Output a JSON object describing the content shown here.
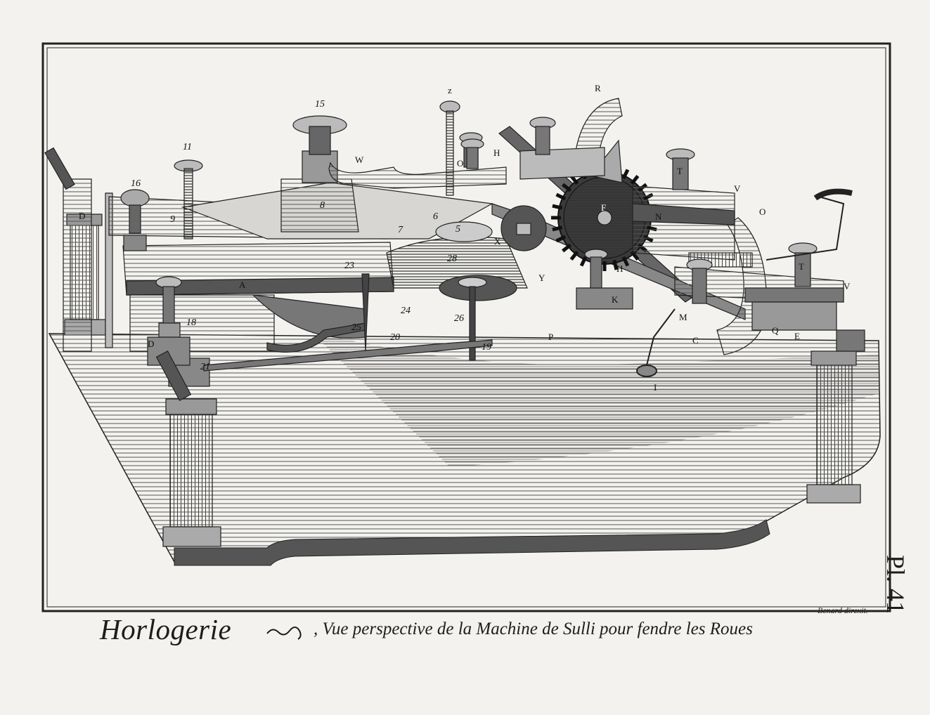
{
  "caption": {
    "title": "Horlogerie",
    "subtitle": ", Vue perspective de la Machine de Sulli pour fendre les Roues",
    "credit": "Benard direxit.",
    "plate_number": "Pl. 41"
  },
  "labels": {
    "l15": "15",
    "lz": "z",
    "lr": "R",
    "l11": "11",
    "lw": "W",
    "lo1": "O",
    "lh1": "H",
    "l16": "16",
    "l9": "9",
    "l8": "8",
    "l6": "6",
    "l7": "7",
    "l5": "5",
    "lx": "X",
    "lf": "F",
    "ln": "N",
    "lt1": "T",
    "lv1": "V",
    "lo2": "O",
    "ld1": "D",
    "ld2": "D",
    "l23": "23",
    "l28": "28",
    "la": "A",
    "ly": "Y",
    "lh2": "H",
    "lk": "K",
    "lt2": "T",
    "lv2": "V",
    "l24": "24",
    "l26": "26",
    "l25": "25",
    "l18": "18",
    "l20": "20",
    "lp": "P",
    "l19": "19",
    "lm": "M",
    "lq": "Q",
    "le": "E",
    "lc": "C",
    "l21": "21",
    "li": "I"
  },
  "colors": {
    "paper": "#f3f2ee",
    "ink": "#1d1d1d"
  }
}
